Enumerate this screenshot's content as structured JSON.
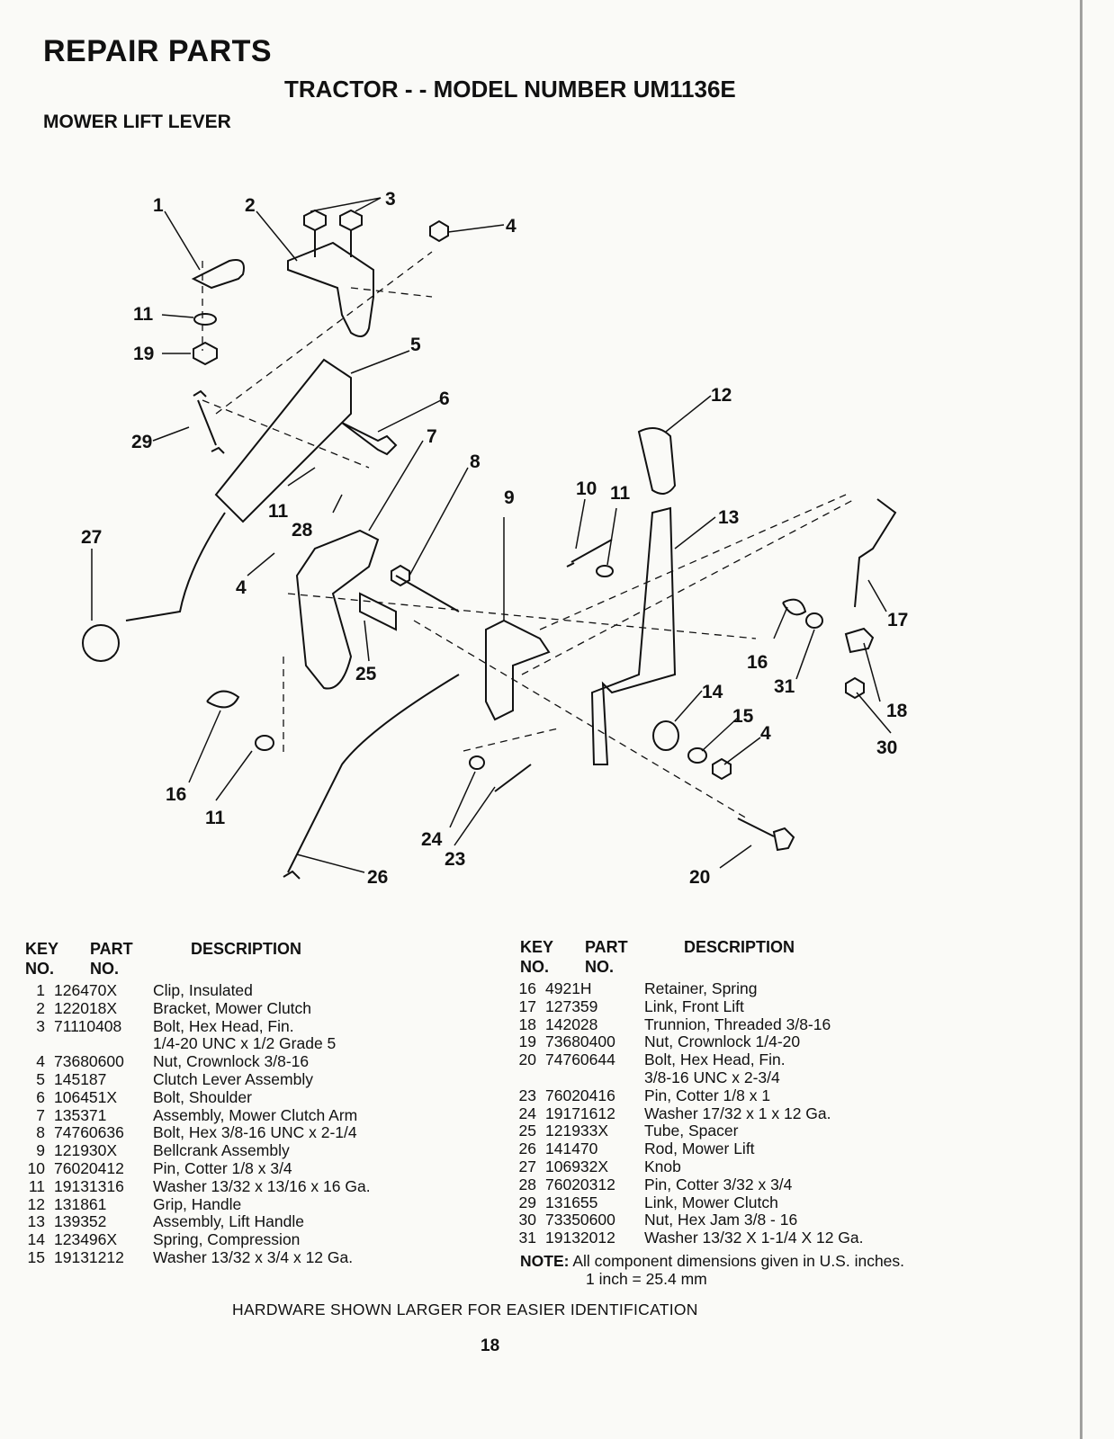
{
  "header": {
    "title": "REPAIR PARTS",
    "subtitle": "TRACTOR - - MODEL NUMBER UM1136E",
    "section": "MOWER LIFT LEVER"
  },
  "diagram": {
    "callouts": [
      "1",
      "2",
      "3",
      "4",
      "11",
      "19",
      "5",
      "6",
      "12",
      "29",
      "7",
      "8",
      "9",
      "10",
      "11",
      "13",
      "27",
      "11",
      "28",
      "4",
      "17",
      "16",
      "31",
      "25",
      "14",
      "18",
      "15",
      "4",
      "30",
      "16",
      "11",
      "24",
      "23",
      "26",
      "20"
    ]
  },
  "parts_table": {
    "headers": {
      "key": "KEY",
      "no_line2": "NO.",
      "part": "PART",
      "part_line2": "NO.",
      "description": "DESCRIPTION"
    },
    "left": [
      {
        "key": "1",
        "part": "126470X",
        "desc": "Clip, Insulated"
      },
      {
        "key": "2",
        "part": "122018X",
        "desc": "Bracket, Mower Clutch"
      },
      {
        "key": "3",
        "part": "71110408",
        "desc": "Bolt, Hex Head, Fin."
      },
      {
        "key": "",
        "part": "",
        "desc": "1/4-20 UNC x 1/2 Grade 5"
      },
      {
        "key": "4",
        "part": "73680600",
        "desc": "Nut, Crownlock 3/8-16"
      },
      {
        "key": "5",
        "part": "145187",
        "desc": "Clutch Lever Assembly"
      },
      {
        "key": "6",
        "part": "106451X",
        "desc": "Bolt, Shoulder"
      },
      {
        "key": "7",
        "part": "135371",
        "desc": "Assembly, Mower Clutch Arm"
      },
      {
        "key": "8",
        "part": "74760636",
        "desc": "Bolt, Hex  3/8-16 UNC x 2-1/4"
      },
      {
        "key": "9",
        "part": "121930X",
        "desc": "Bellcrank Assembly"
      },
      {
        "key": "10",
        "part": "76020412",
        "desc": "Pin, Cotter  1/8 x 3/4"
      },
      {
        "key": "11",
        "part": "19131316",
        "desc": "Washer  13/32 x 13/16 x 16 Ga."
      },
      {
        "key": "12",
        "part": "131861",
        "desc": "Grip, Handle"
      },
      {
        "key": "13",
        "part": "139352",
        "desc": "Assembly, Lift Handle"
      },
      {
        "key": "14",
        "part": "123496X",
        "desc": "Spring, Compression"
      },
      {
        "key": "15",
        "part": "19131212",
        "desc": "Washer  13/32 x 3/4 x 12 Ga."
      }
    ],
    "right": [
      {
        "key": "16",
        "part": "4921H",
        "desc": "Retainer, Spring"
      },
      {
        "key": "17",
        "part": "127359",
        "desc": "Link, Front Lift"
      },
      {
        "key": "18",
        "part": "142028",
        "desc": "Trunnion, Threaded  3/8-16"
      },
      {
        "key": "19",
        "part": "73680400",
        "desc": "Nut, Crownlock  1/4-20"
      },
      {
        "key": "20",
        "part": "74760644",
        "desc": "Bolt, Hex Head, Fin."
      },
      {
        "key": "",
        "part": "",
        "desc": "3/8-16 UNC x 2-3/4"
      },
      {
        "key": "23",
        "part": "76020416",
        "desc": "Pin, Cotter  1/8 x 1"
      },
      {
        "key": "24",
        "part": "19171612",
        "desc": "Washer  17/32 x 1 x 12 Ga."
      },
      {
        "key": "25",
        "part": "121933X",
        "desc": "Tube, Spacer"
      },
      {
        "key": "26",
        "part": "141470",
        "desc": "Rod, Mower Lift"
      },
      {
        "key": "27",
        "part": "106932X",
        "desc": "Knob"
      },
      {
        "key": "28",
        "part": "76020312",
        "desc": "Pin, Cotter  3/32 x 3/4"
      },
      {
        "key": "29",
        "part": "131655",
        "desc": "Link, Mower Clutch"
      },
      {
        "key": "30",
        "part": "73350600",
        "desc": "Nut, Hex Jam 3/8 - 16"
      },
      {
        "key": "31",
        "part": "19132012",
        "desc": "Washer 13/32 X 1-1/4 X 12 Ga."
      }
    ]
  },
  "note": {
    "label": "NOTE:",
    "text": "All component dimensions given in U.S. inches.",
    "text2": "1 inch = 25.4 mm"
  },
  "footer": "HARDWARE SHOWN LARGER FOR EASIER IDENTIFICATION",
  "page_number": "18"
}
